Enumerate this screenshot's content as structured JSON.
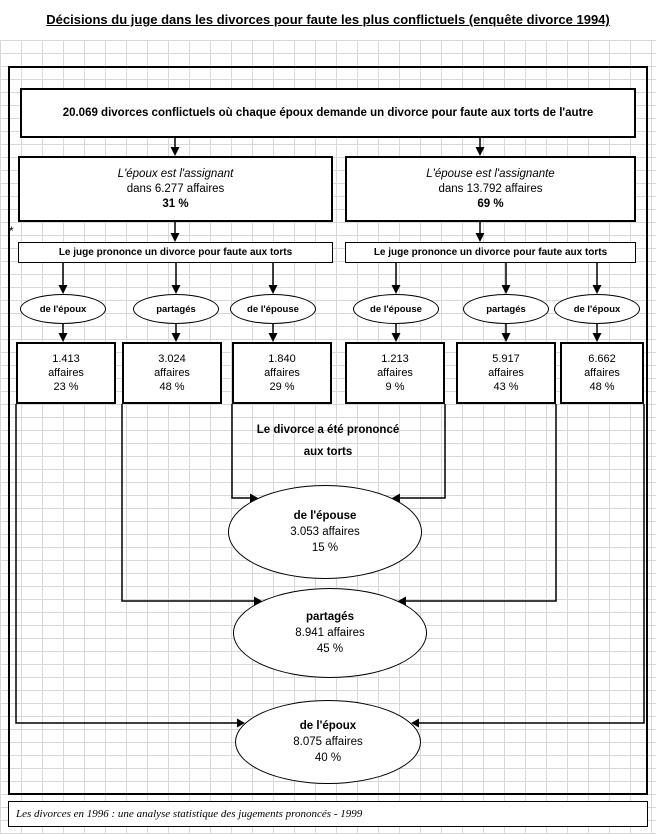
{
  "title": "Décisions du juge dans les divorces pour faute les plus conflictuels (enquête divorce 1994)",
  "root": {
    "text": "20.069 divorces conflictuels où chaque époux demande un divorce pour faute aux torts de l'autre"
  },
  "branches": [
    {
      "role": "L'époux est l'assignant",
      "count_line": "dans 6.277 affaires",
      "pct": "31 %",
      "judge_text": "Le juge prononce un divorce pour faute aux torts"
    },
    {
      "role": "L'épouse est l'assignante",
      "count_line": "dans 13.792 affaires",
      "pct": "69 %",
      "judge_text": "Le juge prononce un divorce pour faute aux torts"
    }
  ],
  "fault_nodes": [
    {
      "label": "de l'époux",
      "count": "1.413",
      "unit": "affaires",
      "pct": "23 %"
    },
    {
      "label": "partagés",
      "count": "3.024",
      "unit": "affaires",
      "pct": "48 %"
    },
    {
      "label": "de l'épouse",
      "count": "1.840",
      "unit": "affaires",
      "pct": "29 %"
    },
    {
      "label": "de l'épouse",
      "count": "1.213",
      "unit": "affaires",
      "pct": "9 %"
    },
    {
      "label": "partagés",
      "count": "5.917",
      "unit": "affaires",
      "pct": "43 %"
    },
    {
      "label": "de l'époux",
      "count": "6.662",
      "unit": "affaires",
      "pct": "48 %"
    }
  ],
  "totals_heading": {
    "line1": "Le divorce a été prononcé",
    "line2": "aux torts"
  },
  "totals": [
    {
      "label": "de l'épouse",
      "count": "3.053 affaires",
      "pct": "15 %"
    },
    {
      "label": "partagés",
      "count": "8.941 affaires",
      "pct": "45 %"
    },
    {
      "label": "de l'époux",
      "count": "8.075 affaires",
      "pct": "40 %"
    }
  ],
  "footnote_marker": "*",
  "source": "Les divorces en 1996 : une analyse statistique des jugements prononcés - 1999",
  "colors": {
    "line": "#000000",
    "grid": "#d8d8d8"
  }
}
